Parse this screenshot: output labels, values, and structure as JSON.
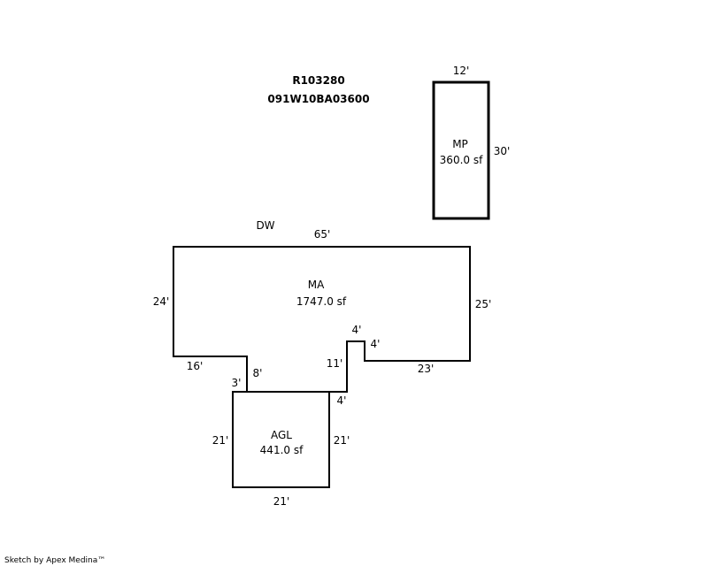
{
  "header": {
    "parcel_id": "R103280",
    "map_number": "091W10BA03600"
  },
  "areas": {
    "mp": {
      "code": "MP",
      "area": "360.0 sf",
      "dims": {
        "top": "12'",
        "right": "30'"
      }
    },
    "ma": {
      "code": "MA",
      "area": "1747.0 sf",
      "dims": {
        "top": "65'",
        "left": "24'",
        "right": "25'",
        "bottom_left": "16'",
        "step_down": "8'",
        "jog_left": "3'",
        "notch_left": "11'",
        "notch_top": "4'",
        "notch_right": "4'",
        "bottom_right": "23'",
        "jog_right": "4'"
      }
    },
    "agl": {
      "code": "AGL",
      "area": "441.0 sf",
      "dims": {
        "left": "21'",
        "right": "21'",
        "bottom": "21'"
      }
    },
    "dw": {
      "code": "DW"
    }
  },
  "footer": {
    "credit": "Sketch by Apex Medina™"
  }
}
